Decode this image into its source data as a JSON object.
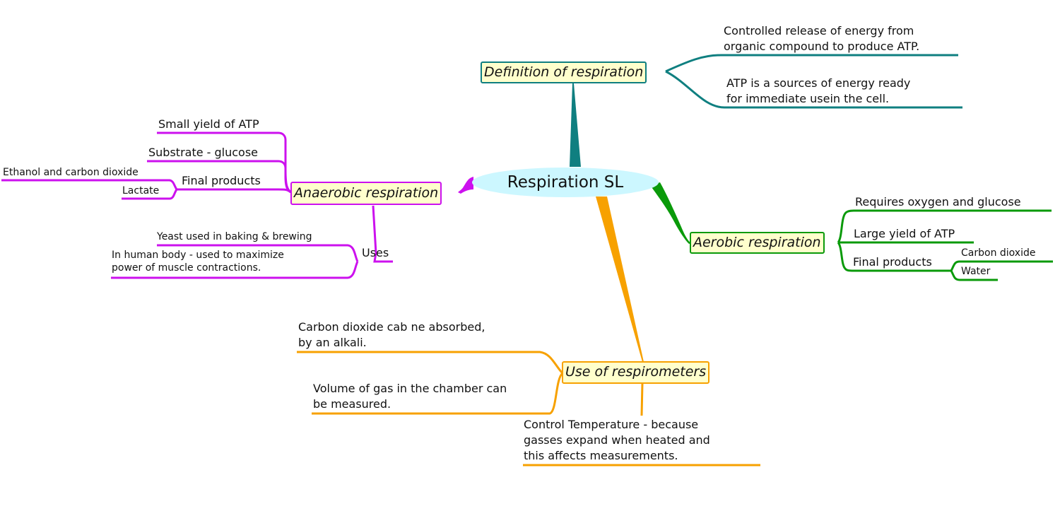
{
  "colors": {
    "definition": "#0f7f80",
    "anaerobic": "#cc11ee",
    "aerobic": "#0a9a0a",
    "respirometers": "#f7a100",
    "root_fill": "#ccf7ff",
    "node_fill": "#ffffcc"
  },
  "root": {
    "label": "Respiration SL"
  },
  "definition": {
    "label": "Definition of respiration",
    "items": [
      {
        "line1": "Controlled release of energy from",
        "line2": "organic compound to produce ATP."
      },
      {
        "line1": "ATP is a sources of energy ready",
        "line2": "for immediate usein the cell."
      }
    ]
  },
  "anaerobic": {
    "label": "Anaerobic respiration",
    "items": [
      {
        "label": "Small yield of ATP"
      },
      {
        "label": "Substrate - glucose"
      },
      {
        "label": "Final products",
        "children": [
          "Ethanol and carbon dioxide",
          "Lactate"
        ]
      }
    ],
    "uses": {
      "label": "Uses",
      "children": [
        {
          "line1": "Yeast used in baking & brewing"
        },
        {
          "line1": "In human body - used to maximize",
          "line2": "power of muscle contractions."
        }
      ]
    }
  },
  "aerobic": {
    "label": "Aerobic respiration",
    "items": [
      {
        "label": "Requires oxygen and glucose"
      },
      {
        "label": "Large yield of ATP"
      },
      {
        "label": "Final products",
        "children": [
          "Carbon dioxide",
          "Water"
        ]
      }
    ]
  },
  "respirometers": {
    "label": "Use of respirometers",
    "items": [
      {
        "line1": "Carbon dioxide cab ne absorbed,",
        "line2": "by an alkali."
      },
      {
        "line1": "Volume of gas in the chamber can",
        "line2": "be measured."
      },
      {
        "line1": "Control Temperature - because",
        "line2": "gasses expand when heated and",
        "line3": "this affects measurements."
      }
    ]
  }
}
